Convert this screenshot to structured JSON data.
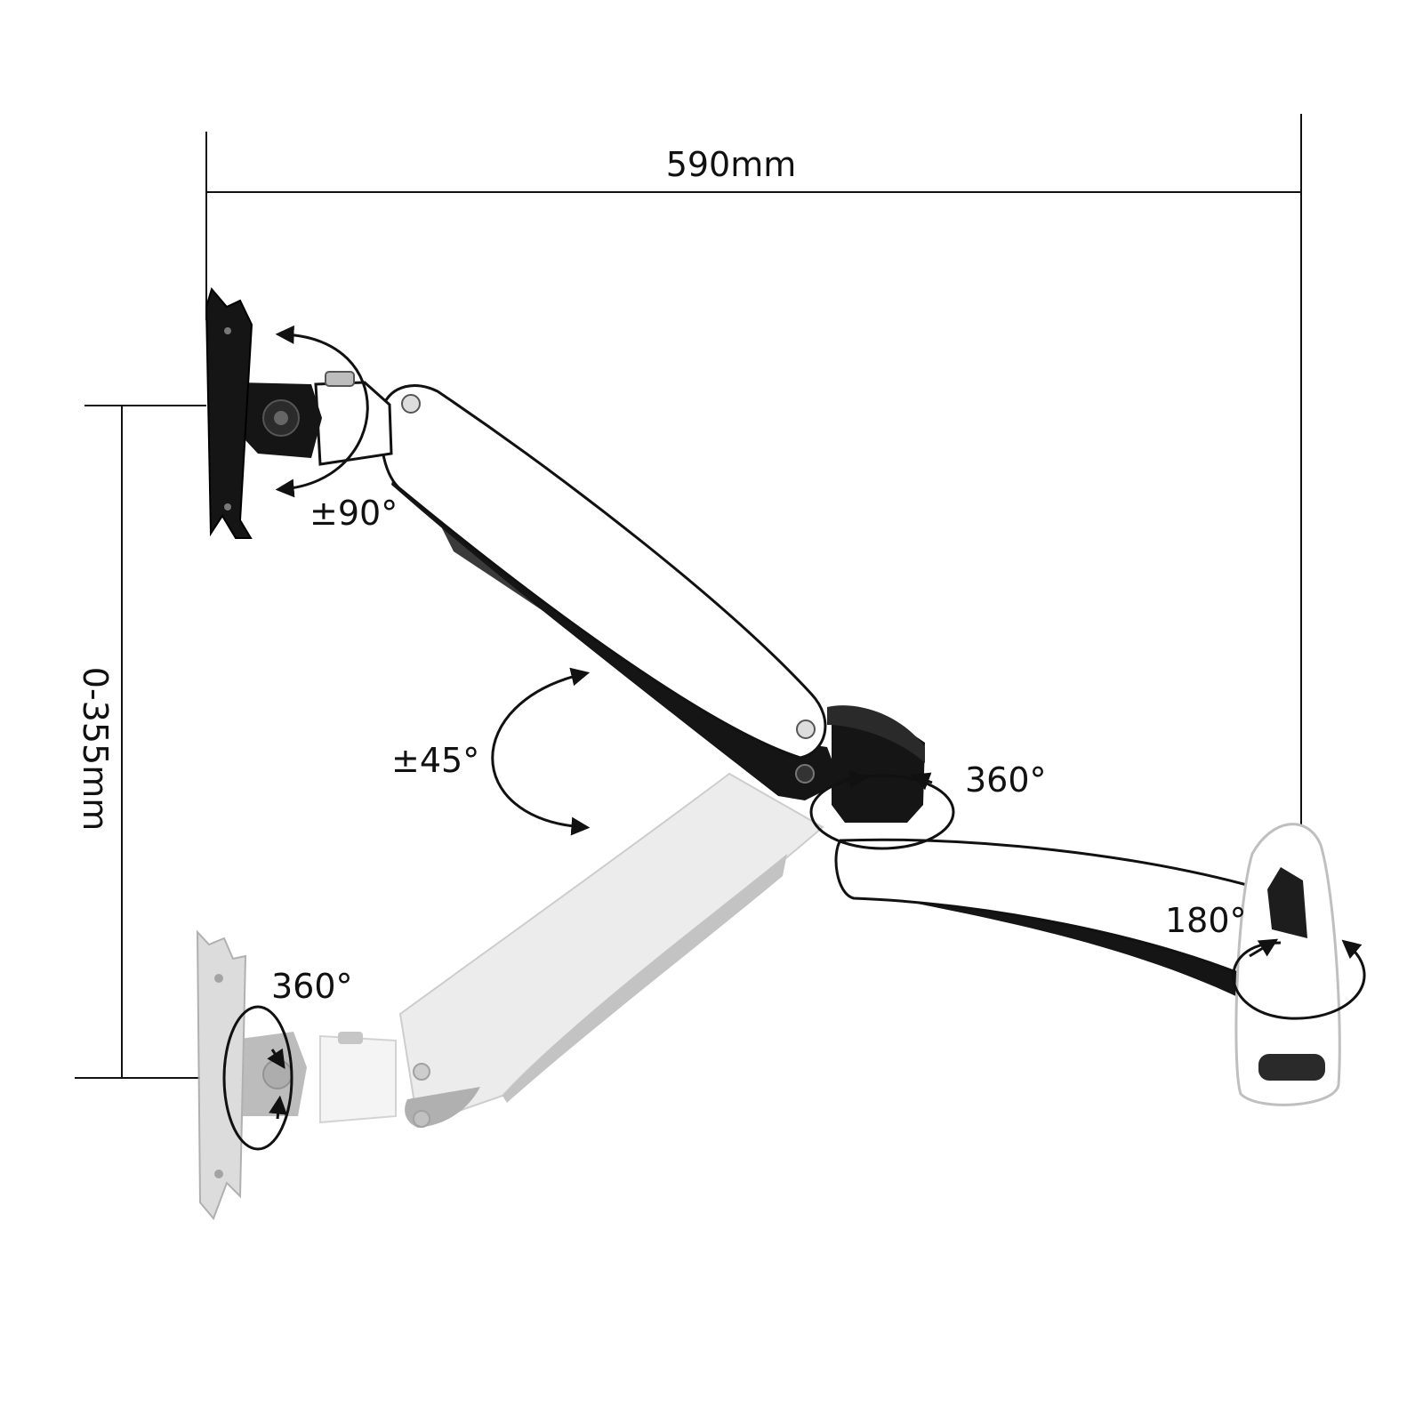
{
  "dimensions": {
    "width_label": "590mm",
    "height_label": "0-355mm"
  },
  "rotation_labels": {
    "tilt": "±90°",
    "arm_tilt": "±45°",
    "elbow_swivel": "360°",
    "wall_swivel": "180°",
    "head_rotation": "360°"
  },
  "colors": {
    "line": "#111111",
    "arm_white": "#ffffff",
    "arm_black": "#151515",
    "ghost_fill": "#e6e6e6",
    "ghost_dark": "#9a9a9a",
    "foam": "#3a3a3a"
  }
}
